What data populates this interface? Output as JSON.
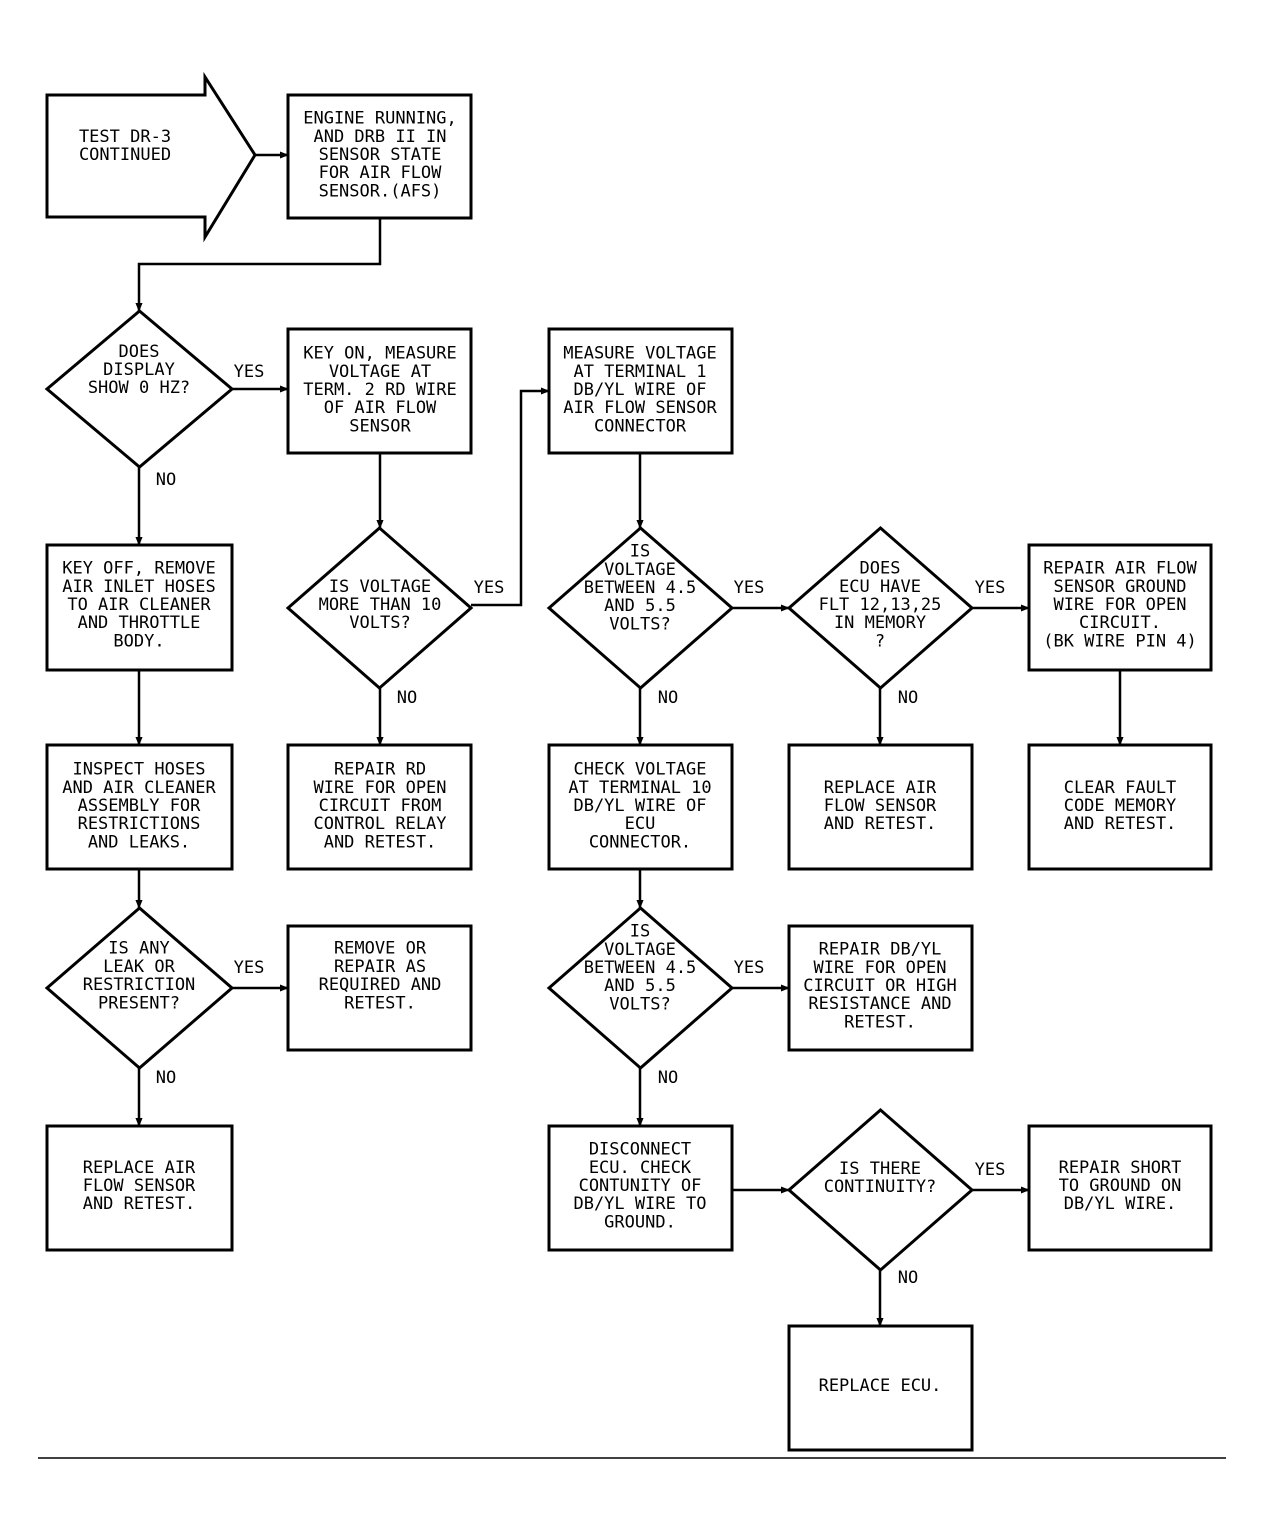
{
  "nodes": {
    "start": [
      "TEST DR-3",
      "CONTINUED"
    ],
    "engine_running": [
      "ENGINE RUNNING,",
      "AND DRB II IN",
      "SENSOR STATE",
      "FOR AIR FLOW",
      "SENSOR.(AFS)"
    ],
    "display_0hz": [
      "DOES",
      "DISPLAY",
      "SHOW 0 HZ?"
    ],
    "key_on_measure": [
      "KEY ON, MEASURE",
      "VOLTAGE AT",
      "TERM. 2 RD WIRE",
      "OF AIR FLOW",
      "SENSOR"
    ],
    "measure_term1": [
      "MEASURE VOLTAGE",
      "AT TERMINAL 1",
      "DB/YL WIRE OF",
      "AIR FLOW SENSOR",
      "CONNECTOR"
    ],
    "key_off_remove": [
      "KEY OFF, REMOVE",
      "AIR INLET HOSES",
      "TO AIR CLEANER",
      "AND THROTTLE",
      "BODY."
    ],
    "voltage_gt10": [
      "IS VOLTAGE",
      "MORE THAN 10",
      "VOLTS?"
    ],
    "voltage_4_5_a": [
      "IS",
      "VOLTAGE",
      "BETWEEN 4.5",
      "AND 5.5",
      "VOLTS?"
    ],
    "ecu_flt": [
      "DOES",
      "ECU HAVE",
      "FLT 12,13,25",
      "IN MEMORY",
      "?"
    ],
    "repair_ground": [
      "REPAIR AIR FLOW",
      "SENSOR GROUND",
      "WIRE FOR OPEN",
      "CIRCUIT.",
      "(BK WIRE PIN 4)"
    ],
    "inspect_hoses": [
      "INSPECT HOSES",
      "AND AIR CLEANER",
      "ASSEMBLY FOR",
      "RESTRICTIONS",
      "AND LEAKS."
    ],
    "repair_rd": [
      "REPAIR RD",
      "WIRE FOR OPEN",
      "CIRCUIT FROM",
      "CONTROL RELAY",
      "AND RETEST."
    ],
    "check_term10": [
      "CHECK VOLTAGE",
      "AT TERMINAL 10",
      "DB/YL WIRE OF",
      "ECU",
      "CONNECTOR."
    ],
    "replace_afs_1": [
      "REPLACE AIR",
      "FLOW SENSOR",
      "AND RETEST."
    ],
    "clear_fault": [
      "CLEAR FAULT",
      "CODE MEMORY",
      "AND RETEST."
    ],
    "leak_present": [
      "IS ANY",
      "LEAK OR",
      "RESTRICTION",
      "PRESENT?"
    ],
    "remove_repair": [
      "REMOVE OR",
      "REPAIR AS",
      "REQUIRED AND",
      "RETEST."
    ],
    "voltage_4_5_b": [
      "IS",
      "VOLTAGE",
      "BETWEEN 4.5",
      "AND 5.5",
      "VOLTS?"
    ],
    "repair_dbyl": [
      "REPAIR DB/YL",
      "WIRE FOR OPEN",
      "CIRCUIT OR HIGH",
      "RESISTANCE AND",
      "RETEST."
    ],
    "replace_afs_2": [
      "REPLACE AIR",
      "FLOW SENSOR",
      "AND RETEST."
    ],
    "disconnect_ecu": [
      "DISCONNECT",
      "ECU. CHECK",
      "CONTUNITY OF",
      "DB/YL WIRE TO",
      "GROUND."
    ],
    "continuity": [
      "IS THERE",
      "CONTINUITY?"
    ],
    "repair_short": [
      "REPAIR SHORT",
      "TO GROUND ON",
      "DB/YL WIRE."
    ],
    "replace_ecu": [
      "REPLACE ECU."
    ]
  },
  "edge_labels": {
    "yes": "YES",
    "no": "NO"
  },
  "style": {
    "ink": "#000000",
    "paper": "#ffffff"
  }
}
